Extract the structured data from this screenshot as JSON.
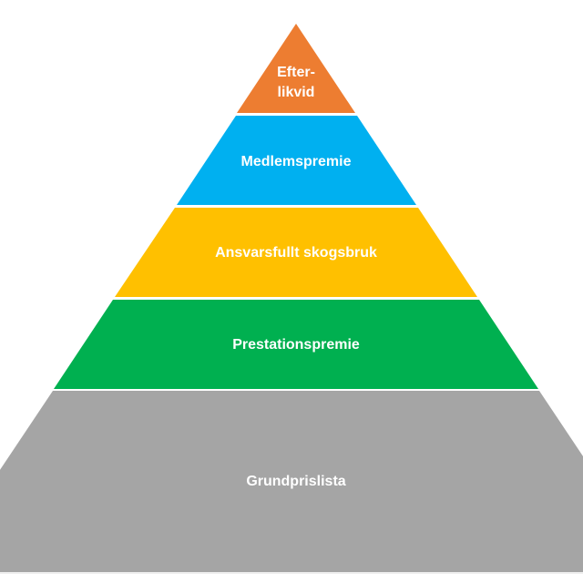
{
  "pyramid": {
    "levels": [
      {
        "label_line1": "Efter-",
        "label_line2": "likvid",
        "color": "#ED7D31"
      },
      {
        "label": "Medlemspremie",
        "color": "#00B0F0"
      },
      {
        "label": "Ansvarsfullt skogsbruk",
        "color": "#FFC000"
      },
      {
        "label": "Prestationspremie",
        "color": "#00B050"
      },
      {
        "label": "Grundprislista",
        "color": "#A5A5A5"
      }
    ]
  }
}
